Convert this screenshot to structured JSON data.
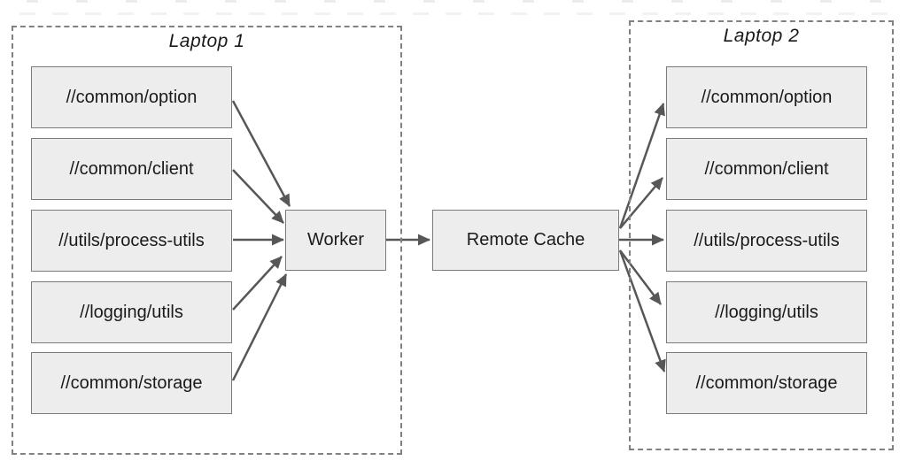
{
  "diagram": {
    "laptop1": {
      "title": "Laptop 1",
      "targets": [
        "//common/option",
        "//common/client",
        "//utils/process-utils",
        "//logging/utils",
        "//common/storage"
      ]
    },
    "laptop2": {
      "title": "Laptop 2",
      "targets": [
        "//common/option",
        "//common/client",
        "//utils/process-utils",
        "//logging/utils",
        "//common/storage"
      ]
    },
    "worker": {
      "label": "Worker"
    },
    "remote_cache": {
      "label": "Remote Cache"
    },
    "edges": [
      {
        "from": "//common/option (Laptop 1)",
        "to": "Worker"
      },
      {
        "from": "//common/client (Laptop 1)",
        "to": "Worker"
      },
      {
        "from": "//utils/process-utils (Laptop 1)",
        "to": "Worker"
      },
      {
        "from": "//logging/utils (Laptop 1)",
        "to": "Worker"
      },
      {
        "from": "//common/storage (Laptop 1)",
        "to": "Worker"
      },
      {
        "from": "Worker",
        "to": "Remote Cache"
      },
      {
        "from": "Remote Cache",
        "to": "//common/option (Laptop 2)"
      },
      {
        "from": "Remote Cache",
        "to": "//common/client (Laptop 2)"
      },
      {
        "from": "Remote Cache",
        "to": "//utils/process-utils (Laptop 2)"
      },
      {
        "from": "Remote Cache",
        "to": "//logging/utils (Laptop 2)"
      },
      {
        "from": "Remote Cache",
        "to": "//common/storage (Laptop 2)"
      }
    ],
    "colors": {
      "box_fill": "#ededed",
      "box_border": "#7b7b7b",
      "dashed_border": "#818181",
      "arrow": "#575757",
      "text": "#1a1a1a",
      "background": "#ffffff"
    }
  }
}
